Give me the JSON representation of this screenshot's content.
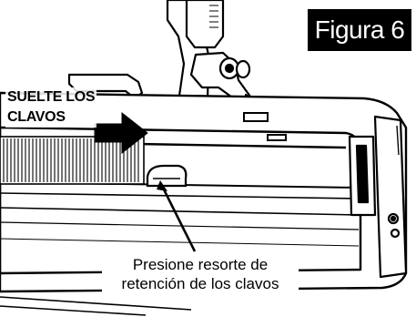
{
  "figure": {
    "label": "Figura 6"
  },
  "callouts": {
    "release": {
      "line1": "SUELTE LOS",
      "line2": "CLAVOS"
    },
    "spring": {
      "line1": "Presione resorte de",
      "line2": "retención de los clavos"
    }
  },
  "colors": {
    "ink": "#000000",
    "paper": "#ffffff",
    "badge_bg": "#000000",
    "badge_text": "#ffffff"
  },
  "icons": {
    "direction_arrow": "arrow-right-icon",
    "pointer": "leader-line"
  }
}
